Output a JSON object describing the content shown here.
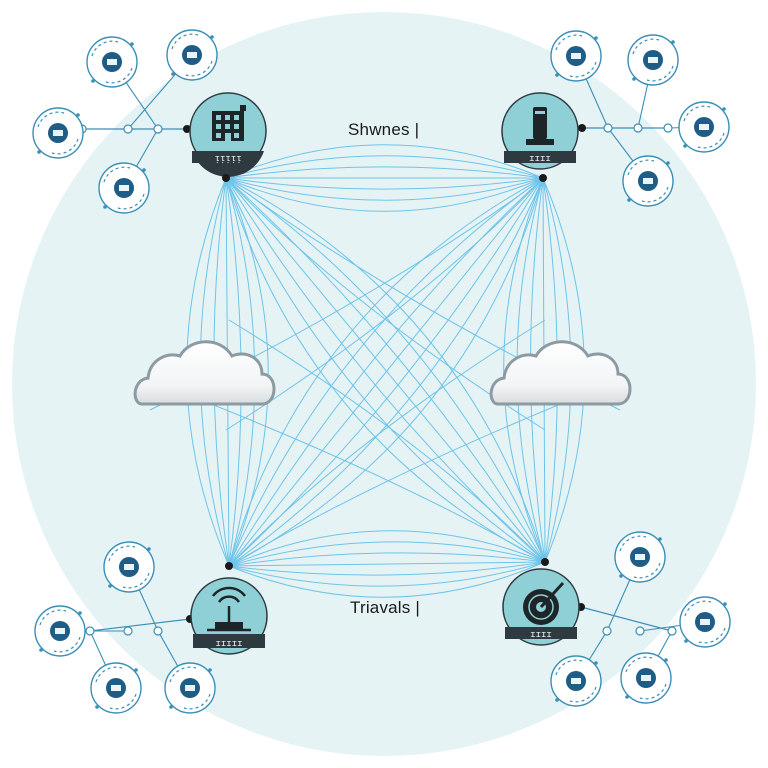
{
  "labels": {
    "top": "Shwnes |",
    "bottom": "Triavals |"
  },
  "hubs": [
    {
      "id": "hub-top-left",
      "tag": "ᴉᴉᴉᴉᴉ",
      "icon": "building-icon"
    },
    {
      "id": "hub-top-right",
      "tag": "ɪɪɪɪ",
      "icon": "server-tower-icon"
    },
    {
      "id": "hub-bottom-left",
      "tag": "ɪɪɪɪɪ",
      "icon": "antenna-icon"
    },
    {
      "id": "hub-bottom-right",
      "tag": "ɪɪɪɪ",
      "icon": "radar-dish-icon"
    }
  ],
  "colors": {
    "halo": "#e3f2f4",
    "hub_fill": "#8fd0d6",
    "hub_band": "#2f3a40",
    "mesh_line": "#4fb8e6",
    "satellite_stroke": "#3a8fb6",
    "satellite_glyph": "#1f5c86",
    "connector": "#1a1a1a"
  },
  "satellites": {
    "top-left": [
      "globe-icon",
      "router-icon",
      "shield-icon",
      "signal-icon"
    ],
    "top-right": [
      "monitor-icon",
      "wind-icon",
      "office-building-icon",
      "server-stack-icon"
    ],
    "bottom-left": [
      "server-rack-icon",
      "wifi-icon",
      "database-icon",
      "modem-icon"
    ],
    "bottom-right": [
      "drone-icon",
      "wifi-icon",
      "storage-icon",
      "globe-icon"
    ]
  }
}
